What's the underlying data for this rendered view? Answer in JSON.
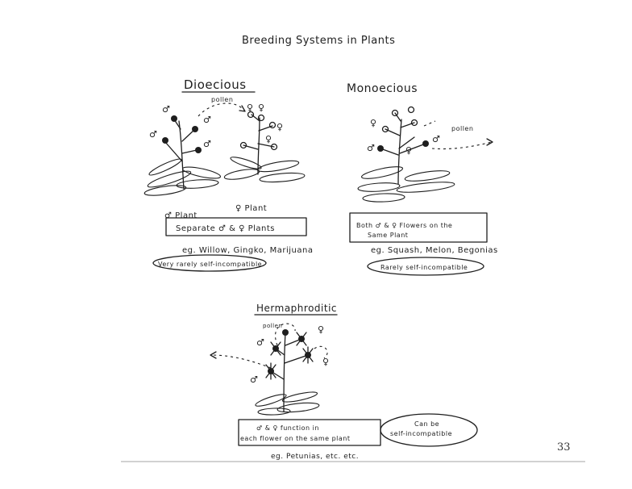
{
  "title": "Breeding Systems in Plants",
  "page_number": "33",
  "dioecious": {
    "heading": "Dioecious",
    "pollen": "pollen",
    "male_plant": "♂ Plant",
    "female_plant": "♀ Plant",
    "box_text": "Separate ♂ & ♀ Plants",
    "examples": "eg. Willow, Gingko, Marijuana",
    "note": "Very rarely self-incompatible"
  },
  "monoecious": {
    "heading": "Monoecious",
    "pollen": "pollen",
    "box_line1": "Both ♂ & ♀ Flowers on the",
    "box_line2": "Same Plant",
    "examples": "eg. Squash, Melon, Begonias",
    "note": "Rarely self-incompatible"
  },
  "hermaphroditic": {
    "heading": "Hermaphroditic",
    "pollen": "pollen",
    "box_line1": "♂ & ♀ function in",
    "box_line2": "each flower on the same plant",
    "note_line1": "Can be",
    "note_line2": "self-incompatible",
    "examples": "eg. Petunias, etc. etc."
  },
  "symbols": {
    "male": "♂",
    "female": "♀"
  }
}
